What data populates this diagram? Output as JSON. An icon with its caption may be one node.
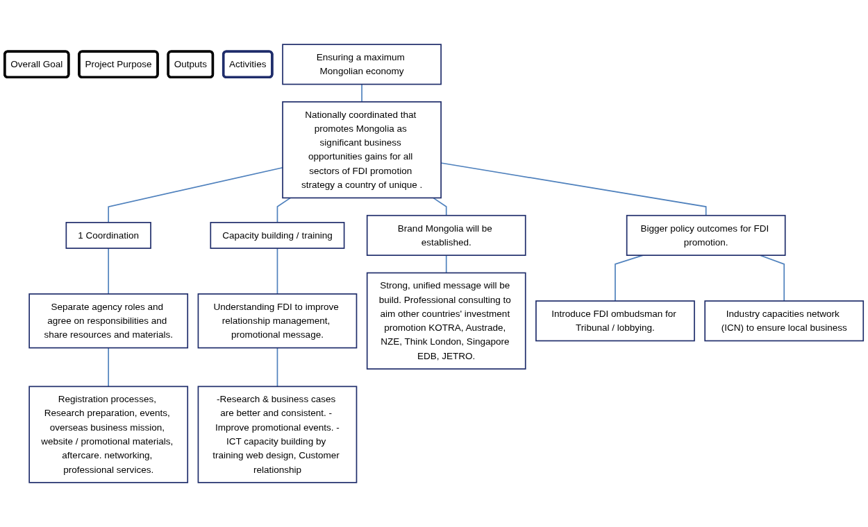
{
  "diagram": {
    "nodes": [
      {
        "text": [
          "Overall Goal"
        ]
      },
      {
        "text": [
          "Project Purpose"
        ]
      },
      {
        "text": [
          "Outputs"
        ]
      },
      {
        "text": [
          "Activities"
        ]
      },
      {
        "text": [
          "Ensuring a maximum Mongolian economy"
        ]
      },
      {
        "text": [
          "Nationally coordinated that promotes Mongolia as significant business opportunities gains for all sectors of FDI promotion strategy a country of unique ."
        ]
      },
      {
        "text": [
          "1 Coordination"
        ]
      },
      {
        "text": [
          "Capacity building / training"
        ]
      },
      {
        "text": [
          "Brand Mongolia will be established."
        ]
      },
      {
        "text": [
          "Bigger policy outcomes for FDI promotion."
        ]
      },
      {
        "text": [
          "Separate agency roles and agree on responsibilities and share resources and materials."
        ]
      },
      {
        "text": [
          "Understanding FDI to improve relationship management, promotional message."
        ]
      },
      {
        "text": [
          "Strong, unified message will be build. Professional consulting to aim other countries' investment promotion KOTRA, Austrade, NZE, Think London, Singapore EDB, JETRO."
        ]
      },
      {
        "text": [
          "Introduce FDI ombudsman for Tribunal / lobbying."
        ]
      },
      {
        "text": [
          "Registration processes, Research preparation, events, overseas business mission, website / promotional materials, aftercare. networking, professional services."
        ]
      },
      {
        "text": [
          "-Research & business cases are better and consistent. - Improve promotional events. -ICT capacity building by training web design, Customer relationship"
        ]
      },
      {
        "text": [
          "Industry capacities network (ICN) to ensure local business"
        ]
      }
    ],
    "edges": [
      {
        "from": 4,
        "to": 5,
        "arrow": "none"
      },
      {
        "from": 5,
        "to": 6,
        "arrow": "none"
      },
      {
        "from": 5,
        "to": 7,
        "arrow": "none"
      },
      {
        "from": 5,
        "to": 8,
        "arrow": "none"
      },
      {
        "from": 5,
        "to": 9,
        "arrow": "none"
      },
      {
        "from": 6,
        "to": 10,
        "arrow": "none"
      },
      {
        "from": 10,
        "to": 14,
        "arrow": "none"
      },
      {
        "from": 7,
        "to": 11,
        "arrow": "none"
      },
      {
        "from": 11,
        "to": 15,
        "arrow": "none"
      },
      {
        "from": 8,
        "to": 12,
        "arrow": "none"
      },
      {
        "from": 9,
        "to": 13,
        "arrow": "none"
      },
      {
        "from": 9,
        "to": 16,
        "arrow": "none"
      }
    ]
  }
}
